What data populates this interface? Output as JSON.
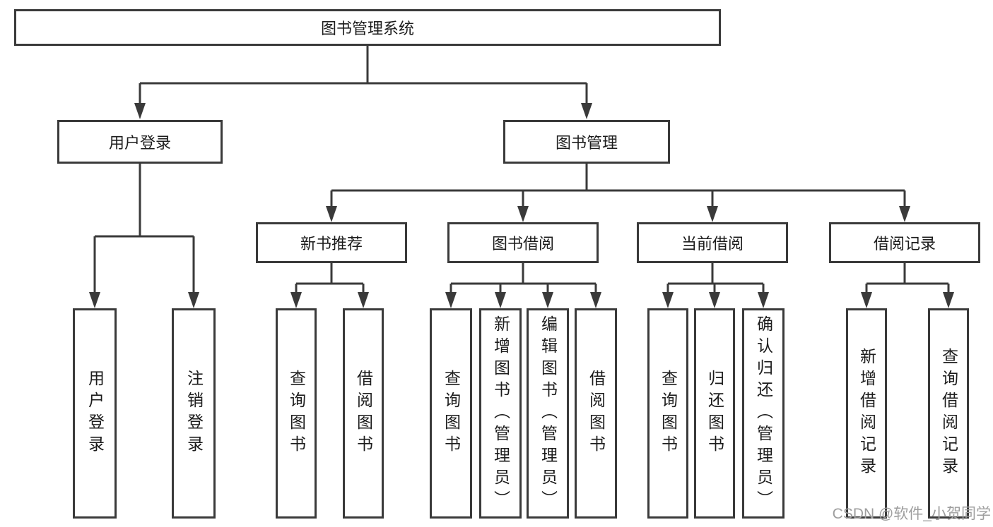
{
  "root": {
    "label": "图书管理系统"
  },
  "level1": {
    "user_login": {
      "label": "用户登录",
      "children": {
        "login": "用户登录",
        "logout": "注销登录"
      }
    },
    "book_mgmt": {
      "label": "图书管理"
    }
  },
  "level2": {
    "new_book": {
      "label": "新书推荐",
      "children": {
        "query": "查询图书",
        "borrow": "借阅图书"
      }
    },
    "book_borrow": {
      "label": "图书借阅",
      "children": {
        "query": "查询图书",
        "add": "新增图书（管理员）",
        "edit": "编辑图书（管理员）",
        "borrow": "借阅图书"
      }
    },
    "current_borrow": {
      "label": "当前借阅",
      "children": {
        "query": "查询图书",
        "return": "归还图书",
        "confirm": "确认归还（管理员）"
      }
    },
    "borrow_record": {
      "label": "借阅记录",
      "children": {
        "add": "新增借阅记录",
        "query": "查询借阅记录"
      }
    }
  },
  "watermark": "CSDN @软件_小贺同学",
  "colors": {
    "line": "#3a3a3a",
    "text": "#1c1c1c",
    "watermark": "#9e9e9e",
    "background": "#ffffff"
  }
}
